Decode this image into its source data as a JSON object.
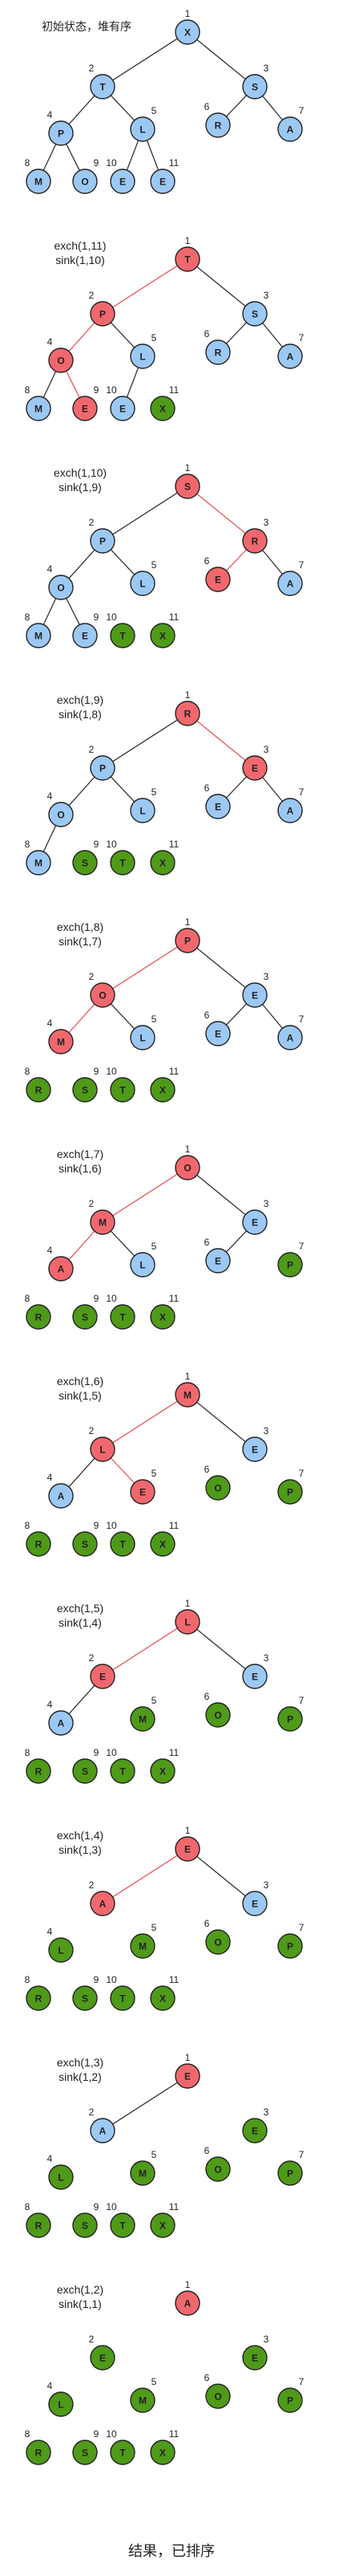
{
  "colors": {
    "heap": "#9cc8f4",
    "active": "#f0686e",
    "sorted": "#4f9a19",
    "edge": "#333333",
    "active_edge": "#e8585e"
  },
  "final_caption": "结果，已排序",
  "panels": [
    {
      "label_lines": [
        "初始状态，堆有序"
      ],
      "keys": [
        "X",
        "T",
        "S",
        "P",
        "L",
        "R",
        "A",
        "M",
        "O",
        "E",
        "E"
      ],
      "states": [
        "h",
        "h",
        "h",
        "h",
        "h",
        "h",
        "h",
        "h",
        "h",
        "h",
        "h"
      ],
      "red_edges": []
    },
    {
      "label_lines": [
        "exch(1,11)",
        "sink(1,10)"
      ],
      "keys": [
        "T",
        "P",
        "S",
        "O",
        "L",
        "R",
        "A",
        "M",
        "E",
        "E",
        "X"
      ],
      "states": [
        "r",
        "r",
        "h",
        "r",
        "h",
        "h",
        "h",
        "h",
        "r",
        "h",
        "g"
      ],
      "red_edges": [
        2,
        4,
        9
      ]
    },
    {
      "label_lines": [
        "exch(1,10)",
        "sink(1,9)"
      ],
      "keys": [
        "S",
        "P",
        "R",
        "O",
        "L",
        "E",
        "A",
        "M",
        "E",
        "T",
        "X"
      ],
      "states": [
        "r",
        "h",
        "r",
        "h",
        "h",
        "r",
        "h",
        "h",
        "h",
        "g",
        "g"
      ],
      "red_edges": [
        3,
        6
      ]
    },
    {
      "label_lines": [
        "exch(1,9)",
        "sink(1,8)"
      ],
      "keys": [
        "R",
        "P",
        "E",
        "O",
        "L",
        "E",
        "A",
        "M",
        "S",
        "T",
        "X"
      ],
      "states": [
        "r",
        "h",
        "r",
        "h",
        "h",
        "h",
        "h",
        "h",
        "g",
        "g",
        "g"
      ],
      "red_edges": [
        3
      ]
    },
    {
      "label_lines": [
        "exch(1,8)",
        "sink(1,7)"
      ],
      "keys": [
        "P",
        "O",
        "E",
        "M",
        "L",
        "E",
        "A",
        "R",
        "S",
        "T",
        "X"
      ],
      "states": [
        "r",
        "r",
        "h",
        "r",
        "h",
        "h",
        "h",
        "g",
        "g",
        "g",
        "g"
      ],
      "red_edges": [
        2,
        4
      ]
    },
    {
      "label_lines": [
        "exch(1,7)",
        "sink(1,6)"
      ],
      "keys": [
        "O",
        "M",
        "E",
        "A",
        "L",
        "E",
        "P",
        "R",
        "S",
        "T",
        "X"
      ],
      "states": [
        "r",
        "r",
        "h",
        "r",
        "h",
        "h",
        "g",
        "g",
        "g",
        "g",
        "g"
      ],
      "red_edges": [
        2,
        4
      ]
    },
    {
      "label_lines": [
        "exch(1,6)",
        "sink(1,5)"
      ],
      "keys": [
        "M",
        "L",
        "E",
        "A",
        "E",
        "O",
        "P",
        "R",
        "S",
        "T",
        "X"
      ],
      "states": [
        "r",
        "r",
        "h",
        "h",
        "r",
        "g",
        "g",
        "g",
        "g",
        "g",
        "g"
      ],
      "red_edges": [
        2,
        5
      ]
    },
    {
      "label_lines": [
        "exch(1,5)",
        "sink(1,4)"
      ],
      "keys": [
        "L",
        "E",
        "E",
        "A",
        "M",
        "O",
        "P",
        "R",
        "S",
        "T",
        "X"
      ],
      "states": [
        "r",
        "r",
        "h",
        "h",
        "g",
        "g",
        "g",
        "g",
        "g",
        "g",
        "g"
      ],
      "red_edges": [
        2
      ]
    },
    {
      "label_lines": [
        "exch(1,4)",
        "sink(1,3)"
      ],
      "keys": [
        "E",
        "A",
        "E",
        "L",
        "M",
        "O",
        "P",
        "R",
        "S",
        "T",
        "X"
      ],
      "states": [
        "r",
        "r",
        "h",
        "g",
        "g",
        "g",
        "g",
        "g",
        "g",
        "g",
        "g"
      ],
      "red_edges": [
        2
      ]
    },
    {
      "label_lines": [
        "exch(1,3)",
        "sink(1,2)"
      ],
      "keys": [
        "E",
        "A",
        "E",
        "L",
        "M",
        "O",
        "P",
        "R",
        "S",
        "T",
        "X"
      ],
      "states": [
        "r",
        "h",
        "g",
        "g",
        "g",
        "g",
        "g",
        "g",
        "g",
        "g",
        "g"
      ],
      "red_edges": []
    },
    {
      "label_lines": [
        "exch(1,2)",
        "sink(1,1)"
      ],
      "keys": [
        "A",
        "E",
        "E",
        "L",
        "M",
        "O",
        "P",
        "R",
        "S",
        "T",
        "X"
      ],
      "states": [
        "r",
        "g",
        "g",
        "g",
        "g",
        "g",
        "g",
        "g",
        "g",
        "g",
        "g"
      ],
      "red_edges": []
    }
  ]
}
